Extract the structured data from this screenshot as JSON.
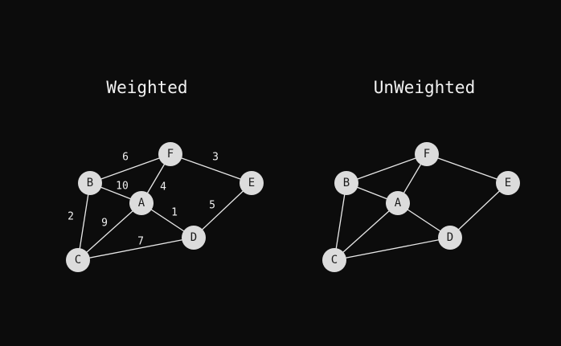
{
  "graphs": [
    {
      "title": "Weighted",
      "nodes": [
        "F",
        "B",
        "A",
        "E",
        "D",
        "C"
      ],
      "edges": [
        {
          "from": "B",
          "to": "F",
          "weight": "6"
        },
        {
          "from": "F",
          "to": "E",
          "weight": "3"
        },
        {
          "from": "B",
          "to": "A",
          "weight": "10"
        },
        {
          "from": "F",
          "to": "A",
          "weight": "4"
        },
        {
          "from": "B",
          "to": "C",
          "weight": "2"
        },
        {
          "from": "A",
          "to": "C",
          "weight": "9"
        },
        {
          "from": "A",
          "to": "D",
          "weight": "1"
        },
        {
          "from": "E",
          "to": "D",
          "weight": "5"
        },
        {
          "from": "C",
          "to": "D",
          "weight": "7"
        }
      ]
    },
    {
      "title": "UnWeighted",
      "nodes": [
        "F",
        "B",
        "A",
        "E",
        "D",
        "C"
      ],
      "edges": [
        {
          "from": "B",
          "to": "F"
        },
        {
          "from": "F",
          "to": "E"
        },
        {
          "from": "B",
          "to": "A"
        },
        {
          "from": "F",
          "to": "A"
        },
        {
          "from": "B",
          "to": "C"
        },
        {
          "from": "A",
          "to": "C"
        },
        {
          "from": "A",
          "to": "D"
        },
        {
          "from": "E",
          "to": "D"
        },
        {
          "from": "C",
          "to": "D"
        }
      ]
    }
  ],
  "colors": {
    "background": "#0c0c0c",
    "node_fill": "#dcdcdc",
    "edge": "#e8e8e8",
    "text": "#f2f2f2"
  }
}
